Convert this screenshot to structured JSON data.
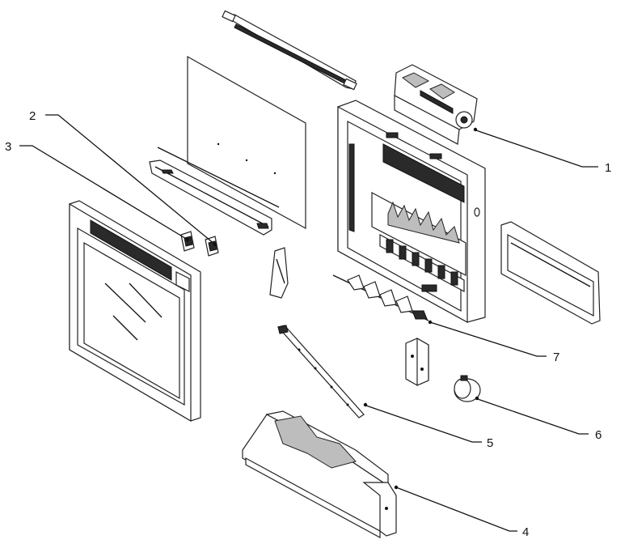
{
  "callouts": [
    {
      "id": "1",
      "label": "1"
    },
    {
      "id": "2",
      "label": "2"
    },
    {
      "id": "3",
      "label": "3"
    },
    {
      "id": "4",
      "label": "4"
    },
    {
      "id": "5",
      "label": "5"
    },
    {
      "id": "6",
      "label": "6"
    },
    {
      "id": "7",
      "label": "7"
    }
  ],
  "colors": {
    "ink": "#111111",
    "paper": "#ffffff",
    "shade": "#bdbdbd"
  }
}
